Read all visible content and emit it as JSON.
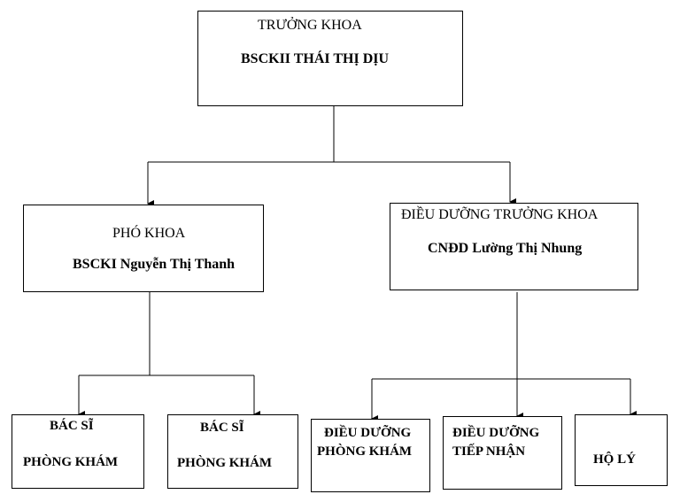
{
  "head": {
    "title": "TRƯỞNG KHOA",
    "name": "BSCKII THÁI THỊ DỊU"
  },
  "deputy": {
    "title": "PHÓ KHOA",
    "name": "BSCKI Nguyễn Thị Thanh"
  },
  "head_nurse": {
    "title": "ĐIỀU DƯỠNG TRƯỞNG KHOA",
    "name": "CNĐD Lường Thị Nhung"
  },
  "doctor_1": {
    "line1": "BÁC SĨ",
    "line2": "PHÒNG KHÁM"
  },
  "doctor_2": {
    "line1": "BÁC SĨ",
    "line2": "PHÒNG KHÁM"
  },
  "nurse_clinic": {
    "line1": "ĐIỀU DƯỠNG",
    "line2": "PHÒNG KHÁM"
  },
  "nurse_reception": {
    "line1": "ĐIỀU DƯỠNG",
    "line2": "TIẾP NHẬN"
  },
  "orderly": {
    "label": "HỘ LÝ"
  },
  "style": {
    "line_color": "#000000",
    "box_border": "#000000",
    "background": "#ffffff"
  }
}
